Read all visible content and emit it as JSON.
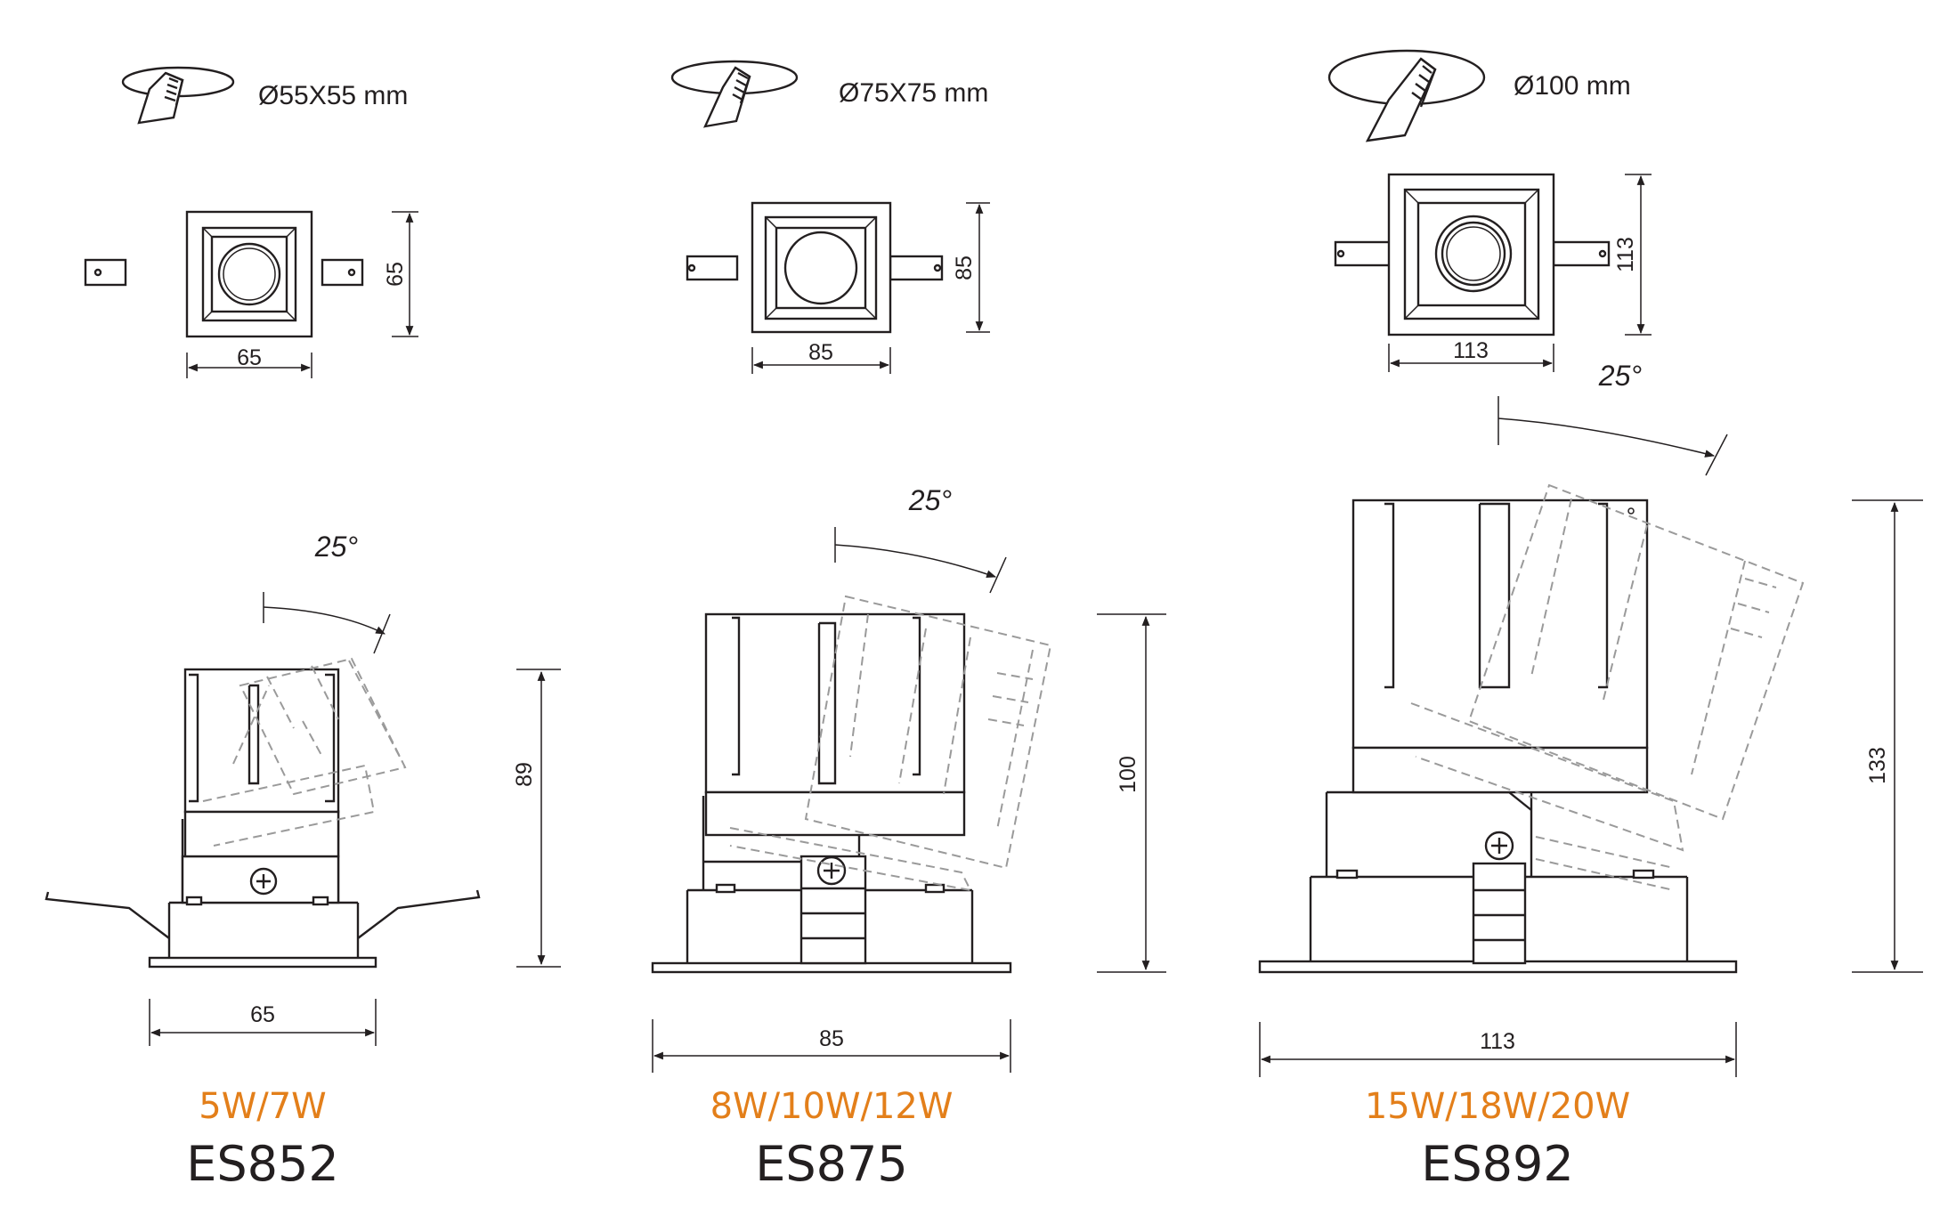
{
  "products": [
    {
      "cutout": "Ø55X55 mm",
      "front_width": "65",
      "front_height": "65",
      "tilt_angle": "25°",
      "side_height": "89",
      "side_width": "65",
      "power": "5W/7W",
      "model": "ES852"
    },
    {
      "cutout": "Ø75X75 mm",
      "front_width": "85",
      "front_height": "85",
      "tilt_angle": "25°",
      "side_height": "100",
      "side_width": "85",
      "power": "8W/10W/12W",
      "model": "ES875"
    },
    {
      "cutout": "Ø100 mm",
      "front_width": "113",
      "front_height": "113",
      "tilt_angle": "25°",
      "side_height": "133",
      "side_width": "113",
      "power": "15W/18W/20W",
      "model": "ES892"
    }
  ],
  "colors": {
    "line": "#231f20",
    "dashed_outline": "#9a9a9a",
    "power_text": "#e37f1a",
    "background": "#ffffff"
  }
}
